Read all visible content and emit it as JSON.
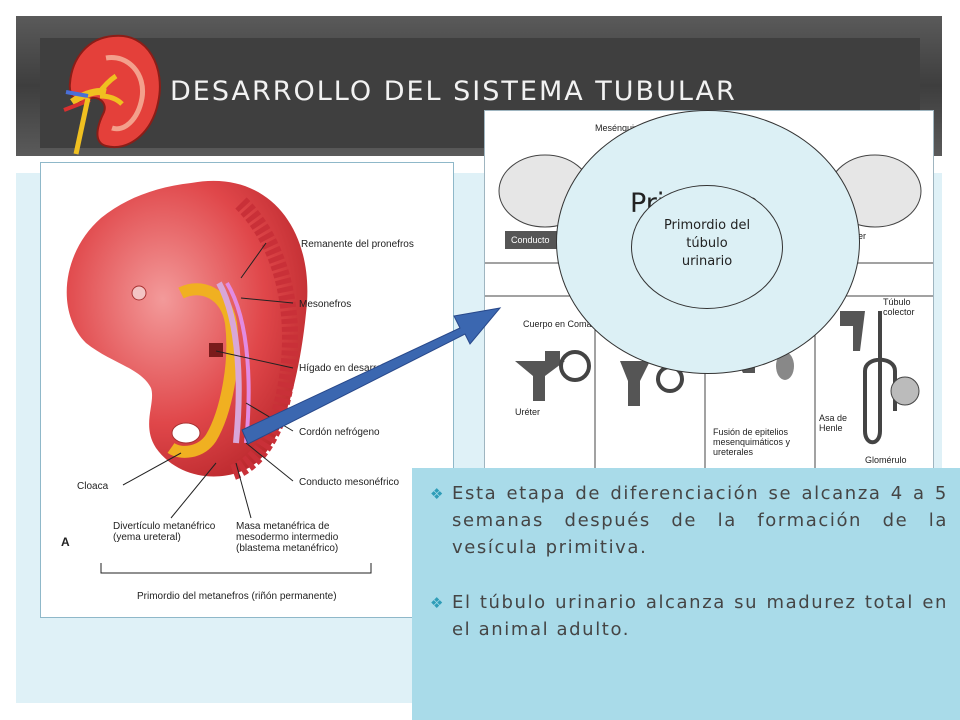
{
  "slide": {
    "title": "DESARROLLO DEL SISTEMA TUBULAR",
    "bullets": [
      "Esta etapa de diferenciación se alcanza 4 a 5 semanas después de la formación de la vesícula primitiva.",
      "El túbulo urinario alcanza su madurez total en el animal adulto."
    ],
    "bullet_icon": "diamond-bullet-icon",
    "callout_big_text": "Primordio",
    "callout_small_text": "Primordio del túbulo urinario"
  },
  "left_figure": {
    "labels": {
      "pronefros": "Remanente del pronefros",
      "mesonefros": "Mesonefros",
      "higado": "Hígado en desarrollo",
      "cordon": "Cordón nefrógeno",
      "conducto": "Conducto mesonéfrico",
      "cloaca": "Cloaca",
      "diverticulo": "Divertículo metanéfrico (yema ureteral)",
      "masa": "Masa metanéfrica de mesodermo intermedio (blastema metanéfrico)",
      "primordio": "Primordio del metanefros (riñón permanente)",
      "panel": "A"
    }
  },
  "right_figure": {
    "labels": {
      "mesenquima": "Mesénquima metanéfrico",
      "conducto": "Conducto",
      "ureter_top": "Uréter",
      "cuerpo": "Cuerpo en Coma",
      "ureter_bottom": "Uréter",
      "fusion": "Fusión de epitelios mesenquimáticos y ureterales",
      "tubulo": "Túbulo colector",
      "asa": "Asa de Henle",
      "glomerulo": "Glomérulo"
    }
  },
  "colors": {
    "header": "#3f3f3f",
    "panel": "#dff1f7",
    "textbox": "#a9dbe9",
    "arrow": "#3b67b0",
    "bullet": "#2f9db8"
  }
}
